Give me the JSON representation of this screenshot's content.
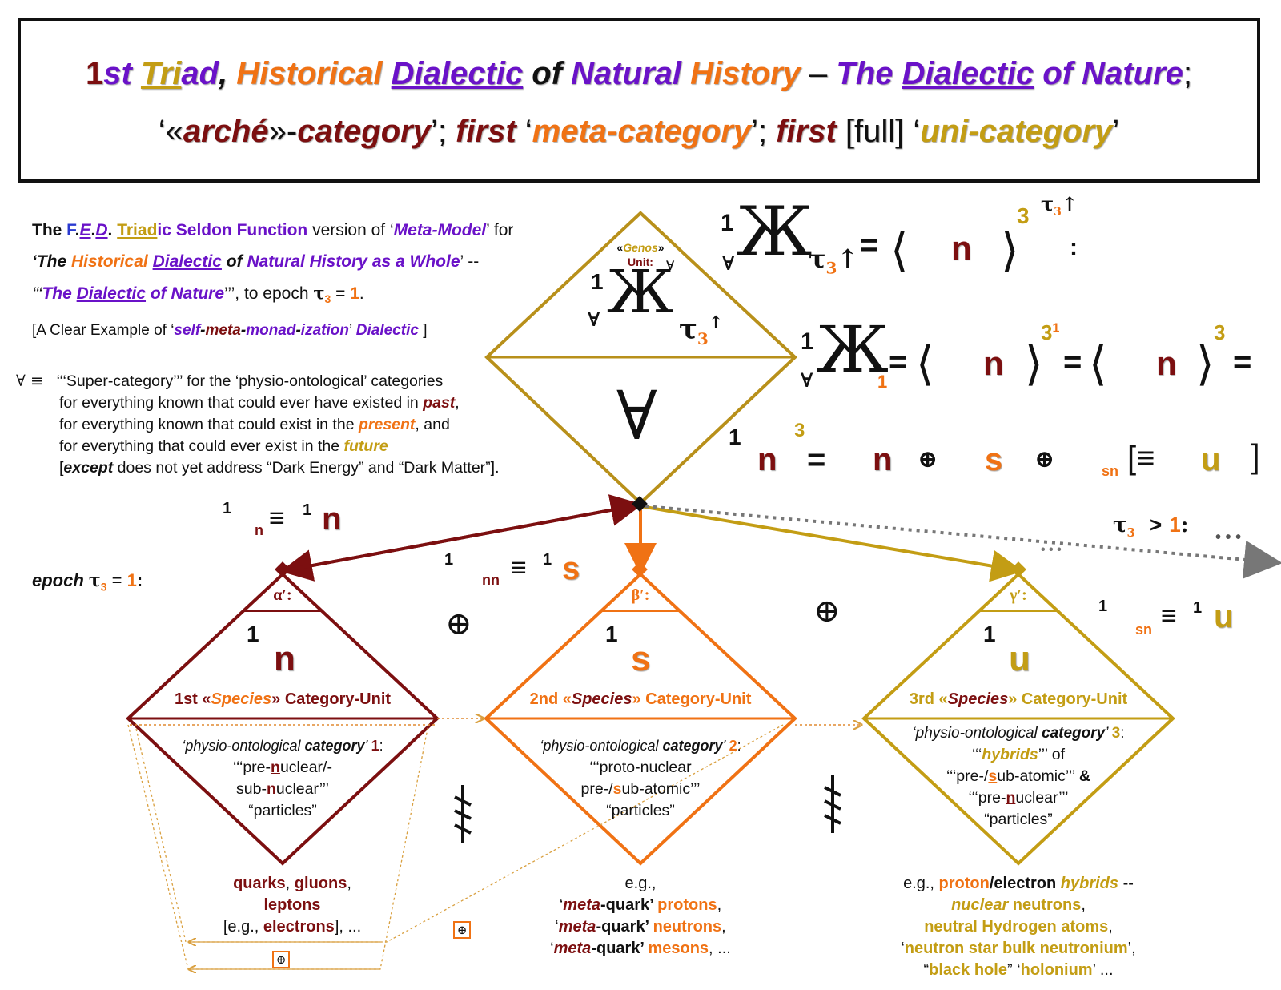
{
  "title": {
    "line1": {
      "p1": "1",
      "p2": "st ",
      "p3": "Tri",
      "p4": "ad",
      "p5": ", ",
      "p6": "Historical ",
      "p7": "Dialectic",
      "p8": " of ",
      "p9": "Natural ",
      "p10": "History",
      "p11": " – ",
      "p12": "The ",
      "p13": "Dialectic",
      "p14": " of Nature",
      "p15": ";"
    },
    "line2": {
      "p1": "‘«",
      "p2": "arché",
      "p3": "»-",
      "p4": "category",
      "p5": "’; ",
      "p6": "first",
      "p7": " ‘",
      "p8": "meta-category",
      "p9": "’; ",
      "p10": "first",
      "p11": " [full] ‘",
      "p12": "uni-category",
      "p13": "’"
    }
  },
  "intro": {
    "r1": {
      "a": "The ",
      "b": "F",
      "c": ".",
      "d": "E",
      "e": ".",
      "f": "D",
      "g": ". ",
      "h": "Triad",
      "i": "ic Seldon Function",
      "j": " version of ‘",
      "k": "Meta-Model",
      "l": "’ for"
    },
    "r2": {
      "a": "‘",
      "b": "The ",
      "c": "Historical ",
      "d": "Dialectic",
      "e": " of ",
      "f": "Natural History as a Whole",
      "g": "’ --"
    },
    "r3": {
      "a": "‘‘‘",
      "b": "The ",
      "c": "Dialectic",
      "d": " of Nature",
      "e": "’’’, to epoch ",
      "f": "τ",
      "g": "3",
      "h": " = ",
      "i": "1",
      "j": "."
    },
    "r4": {
      "a": "[A Clear Example of ‘",
      "b": "self",
      "c": "-",
      "d": "meta",
      "e": "-",
      "f": "monad",
      "g": "-",
      "h": "ization",
      "i": "’ ",
      "j": "Dialectic",
      "k": " ]"
    }
  },
  "superdef": {
    "l1a": "∀ ≡",
    "l1b": "‘‘‘Super-category’’’ for the ‘physio-ontological’ categories",
    "l2a": "for everything known that could ever have existed in ",
    "l2b": "past",
    "l2c": ",",
    "l3a": "for everything known that could exist in the ",
    "l3b": "present",
    "l3c": ", and",
    "l4a": "for everything that could ever exist in the ",
    "l4b": "future",
    "l5a": "[",
    "l5b": "except",
    "l5c": " does not yet address “Dark Energy” and “Dark Matter”]."
  },
  "top_diamond": {
    "genos_open": "«",
    "genos": "Genos",
    "genos_close": "»",
    "unit": "Unit:",
    "one": "1",
    "zhe": "Ж",
    "forall_sub": "∀",
    "tau": "τ",
    "tau_sub": "3",
    "arrow": "↑",
    "forall_sup": "∀",
    "forall_big": "∀"
  },
  "formulas": {
    "f1": {
      "one": "1",
      "zhe": "Ж",
      "forall": "∀",
      "tau": "τ",
      "sub3": "3",
      "arrow": "↑",
      "eq": "=",
      "n": "n",
      "exp": "3",
      "tau2": "τ",
      "sub32": "3",
      "arrow2": "↑",
      "colon": ":"
    },
    "f2": {
      "one": "1",
      "zhe": "Ж",
      "forall": "∀",
      "sub1": "1",
      "eq": "=",
      "n": "n",
      "exp": "3",
      "exp2": "1",
      "eq2": "=",
      "n2": "n",
      "exp3": "3",
      "eq3": "="
    },
    "f3": {
      "one": "1",
      "n": "n",
      "exp": "3",
      "eq": "=",
      "n2": "n",
      "s": "s",
      "oplus": "⊕",
      "sn": "sn",
      "eqv": "[≡",
      "u": "u",
      "close": "]"
    }
  },
  "epoch_gt": {
    "tau": "τ",
    "sub": "3",
    "gt": ">",
    "one": "1",
    "colon": ":",
    "dots": "• • •",
    "dots2": "• • •"
  },
  "epoch_label": {
    "text": "epoch ",
    "tau": "τ",
    "sub": "3",
    "eq": " = ",
    "one": "1",
    "colon": ":"
  },
  "defs": {
    "n_def": {
      "one": "1",
      "sub": "n",
      "eqv": "≡",
      "one2": "1",
      "n": "n"
    },
    "nn_def": {
      "one": "1",
      "sub": "nn",
      "eqv": "≡",
      "one2": "1",
      "s": "s"
    },
    "sn_def": {
      "one": "1",
      "sub": "sn",
      "eqv": "≡",
      "one2": "1",
      "u": "u"
    }
  },
  "diamonds": [
    {
      "greek": "α′:",
      "one": "1",
      "sym": "n",
      "unit_num": "1",
      "unit_ord": "st «",
      "unit_species": "Species",
      "unit_rest": "» Category-Unit",
      "desc_a": "‘physio-ontological ",
      "desc_b": "category",
      "desc_c": "’ ",
      "desc_num": "1",
      "desc_colon": ":",
      "d1": "‘‘‘pre-",
      "d1u": "n",
      "d1b": "uclear/-",
      "d2": "sub-",
      "d2u": "n",
      "d2b": "uclear’’’",
      "d3": "“particles”",
      "ex1a": "quarks",
      "ex1b": ", ",
      "ex1c": "gluons",
      "ex1d": ",",
      "ex2": "leptons",
      "ex3a": "[e.g., ",
      "ex3b": "electrons",
      "ex3c": "], ..."
    },
    {
      "greek": "β′:",
      "one": "1",
      "sym": "s",
      "unit_num": "2",
      "unit_ord": "nd «",
      "unit_species": "Species",
      "unit_rest": "» Category-Unit",
      "desc_a": "‘physio-ontological ",
      "desc_b": "category",
      "desc_c": "’ ",
      "desc_num": "2",
      "desc_colon": ":",
      "d1": "‘‘‘proto-nuclear",
      "d2": "pre-/",
      "d2u": "s",
      "d2b": "ub-atomic’’’",
      "d3": "“particles”",
      "ex1": "e.g.,",
      "m1a": "‘",
      "m1b": "meta",
      "m1c": "-quark’ ",
      "m1d": "protons",
      "m1e": ",",
      "m2a": "‘",
      "m2b": "meta",
      "m2c": "-quark’ ",
      "m2d": "neutrons",
      "m2e": ",",
      "m3a": "‘",
      "m3b": "meta",
      "m3c": "-quark’ ",
      "m3d": "mesons",
      "m3e": ", ..."
    },
    {
      "greek": "γ′:",
      "one": "1",
      "sym": "u",
      "unit_num": "3",
      "unit_ord": "rd «",
      "unit_species": "Species",
      "unit_rest": "» Category-Unit",
      "desc_a": "‘physio-ontological ",
      "desc_b": "category",
      "desc_c": "’ ",
      "desc_num": "3",
      "desc_colon": ":",
      "d1a": "‘‘‘",
      "d1b": "hybrids",
      "d1c": "’’’ of",
      "d2a": "‘‘‘pre-/",
      "d2u": "s",
      "d2b": "ub-atomic’’’ ",
      "d2c": "&",
      "d3a": "‘‘‘pre-",
      "d3u": "n",
      "d3b": "uclear’’’",
      "d4": "“particles”",
      "ex1a": "e.g., ",
      "ex1b": "proton",
      "ex1c": "/electron ",
      "ex1d": "hybrids",
      "ex1e": " --",
      "ex2a": "nu",
      "ex2b": "clear",
      "ex2c": " neutrons",
      "ex2d": ",",
      "ex3a": "neutral Hydrogen atoms",
      "ex3b": ",",
      "ex4a": "‘",
      "ex4b": "neutron star bulk neutronium",
      "ex4c": "’,",
      "ex5a": "“",
      "ex5b": "black hole",
      "ex5c": "” ‘",
      "ex5d": "holonium",
      "ex5e": "’ ..."
    }
  ],
  "misc": {
    "oplus": "⊕",
    "qual": "⧧"
  },
  "colors": {
    "purple": "#6a12c8",
    "orange": "#f07214",
    "gold": "#c39d14",
    "dark_red": "#7c0f10",
    "blue": "#2a3ad0"
  },
  "icon_names": [
    "oplus-box-icon",
    "quantifier-glyph-icon",
    "forall-icon",
    "zhe-icon"
  ]
}
